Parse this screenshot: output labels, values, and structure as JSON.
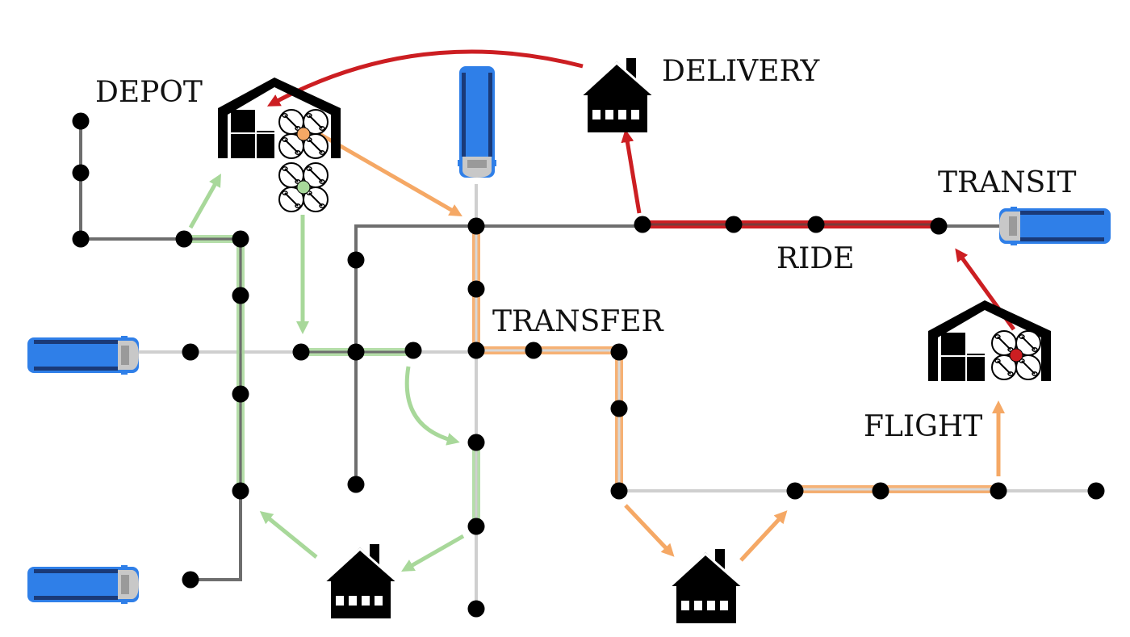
{
  "labels": {
    "depot": "DEPOT",
    "delivery": "DELIVERY",
    "transit": "TRANSIT",
    "ride": "RIDE",
    "transfer": "TRANSFER",
    "flight": "FLIGHT"
  },
  "colors": {
    "road_dark": "#6e6e6e",
    "road_light": "#cfcfcf",
    "green_path": "#a8d89a",
    "orange_path": "#f5a865",
    "red_path": "#cc1e22",
    "bus_body": "#2f7fe8",
    "node": "#000000"
  },
  "icons": [
    "depot-warehouse-icon",
    "drone-icon",
    "house-icon",
    "bus-icon",
    "arrow-icon"
  ]
}
